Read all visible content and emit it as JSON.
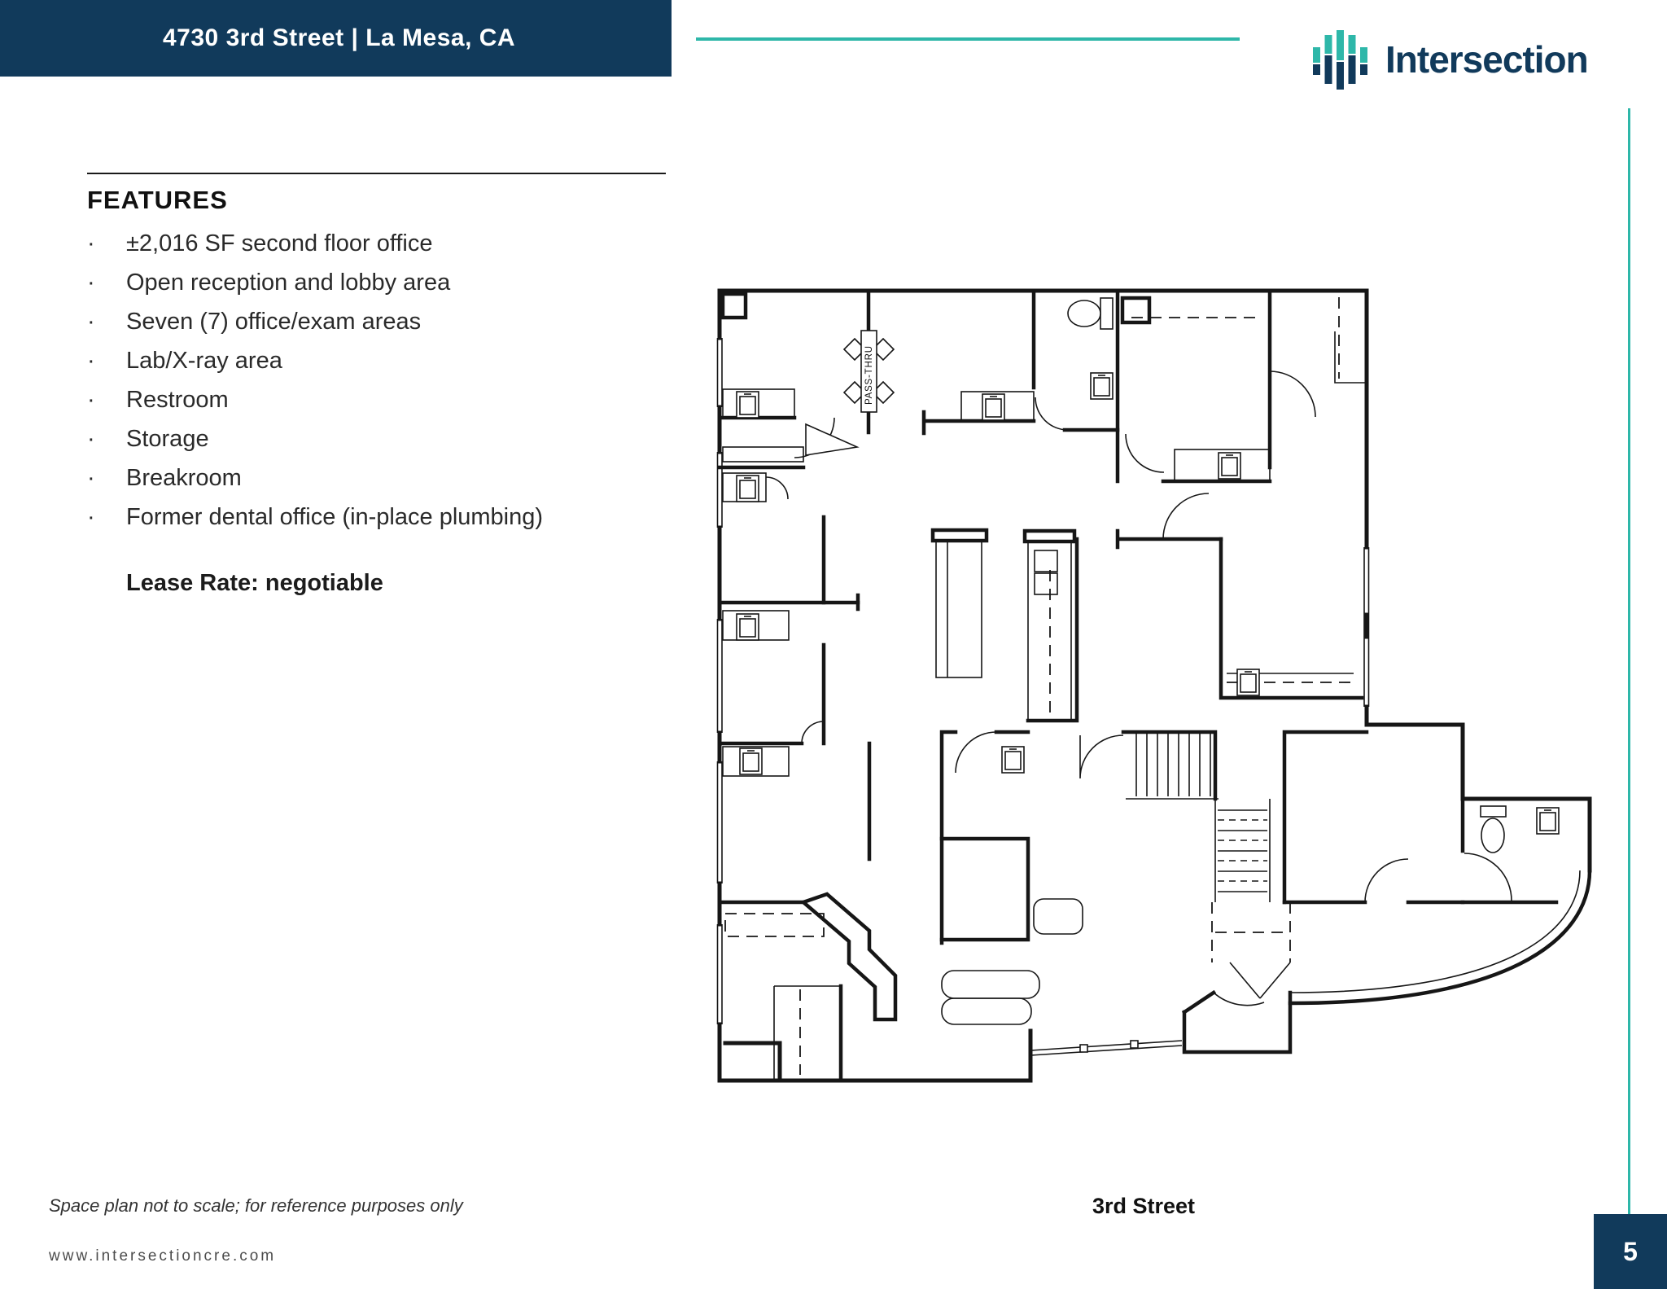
{
  "header": {
    "address_banner": "4730 3rd Street | La Mesa, CA",
    "brand": "Intersection"
  },
  "features": {
    "heading": "FEATURES",
    "items": [
      "±2,016 SF second floor office",
      "Open reception and lobby area",
      "Seven (7) office/exam areas",
      "Lab/X-ray area",
      "Restroom",
      "Storage",
      "Breakroom",
      "Former dental office (in-place plumbing)"
    ],
    "lease_rate": "Lease Rate: negotiable"
  },
  "floor_plan": {
    "pass_thru_label": "PASS-THRU",
    "street_label": "3rd Street"
  },
  "footer": {
    "disclaimer": "Space plan not to scale; for reference purposes only",
    "website": "www.intersectioncre.com",
    "page_number": "5"
  },
  "colors": {
    "navy": "#113A5B",
    "teal": "#2EB7A9"
  }
}
